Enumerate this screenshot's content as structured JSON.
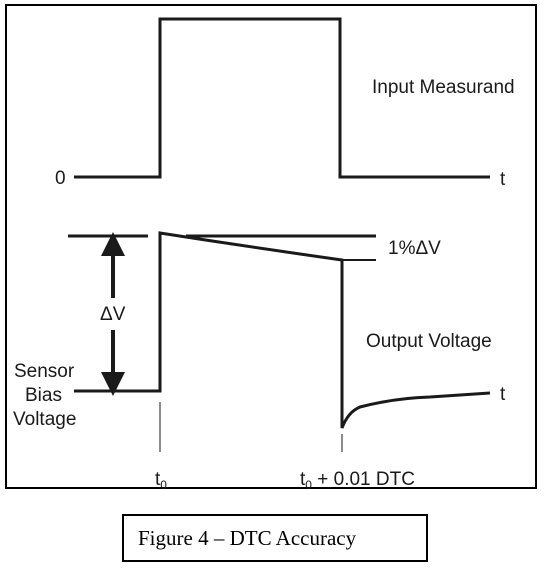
{
  "labels": {
    "input_measurand": "Input Measurand",
    "zero": "0",
    "t_top": "t",
    "one_percent_dv": "1%ΔV",
    "delta_v": "ΔV",
    "output_voltage": "Output Voltage",
    "sensor": "Sensor",
    "bias": "Bias",
    "voltage": "Voltage",
    "t_bottom": "t",
    "t0": "t",
    "t0_sub": "0",
    "t0_dtc_prefix": "t",
    "t0_dtc_sub": "0",
    "t0_dtc_suffix": " + 0.01 DTC"
  },
  "caption": "Figure 4 – DTC Accuracy",
  "colors": {
    "line": "#1a1a1a",
    "frame": "#000000"
  }
}
